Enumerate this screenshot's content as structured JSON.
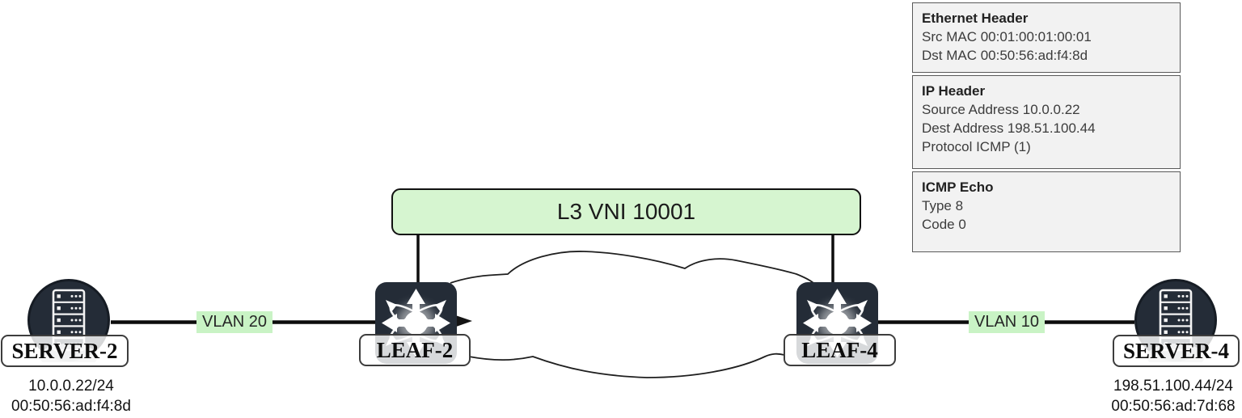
{
  "colors": {
    "node_dark": "#242c37",
    "node_edge": "#161c24",
    "vni_green": "#d6f5d0",
    "vlan_green": "#c9f3c5",
    "panel_bg": "#f2f2f2",
    "panel_border": "#595959",
    "wire_black": "#0d0d0d"
  },
  "vni": {
    "label": "L3 VNI 10001"
  },
  "links": {
    "left": {
      "vlan_label": "VLAN 20"
    },
    "right": {
      "vlan_label": "VLAN 10"
    }
  },
  "nodes": {
    "server2": {
      "name": "SERVER-2",
      "ip": "10.0.0.22/24",
      "mac": "00:50:56:ad:f4:8d"
    },
    "leaf2": {
      "name": "LEAF-2"
    },
    "leaf4": {
      "name": "LEAF-4"
    },
    "server4": {
      "name": "SERVER-4",
      "ip": "198.51.100.44/24",
      "mac": "00:50:56:ad:7d:68"
    }
  },
  "packet_inspector": {
    "sections": [
      {
        "title": "Ethernet Header",
        "lines": [
          "Src MAC 00:01:00:01:00:01",
          "Dst MAC 00:50:56:ad:f4:8d"
        ]
      },
      {
        "title": "IP Header",
        "lines": [
          "Source Address 10.0.0.22",
          "Dest Address 198.51.100.44",
          "Protocol ICMP (1)"
        ]
      },
      {
        "title": "ICMP Echo",
        "lines": [
          "Type 8",
          "Code 0"
        ]
      }
    ]
  }
}
